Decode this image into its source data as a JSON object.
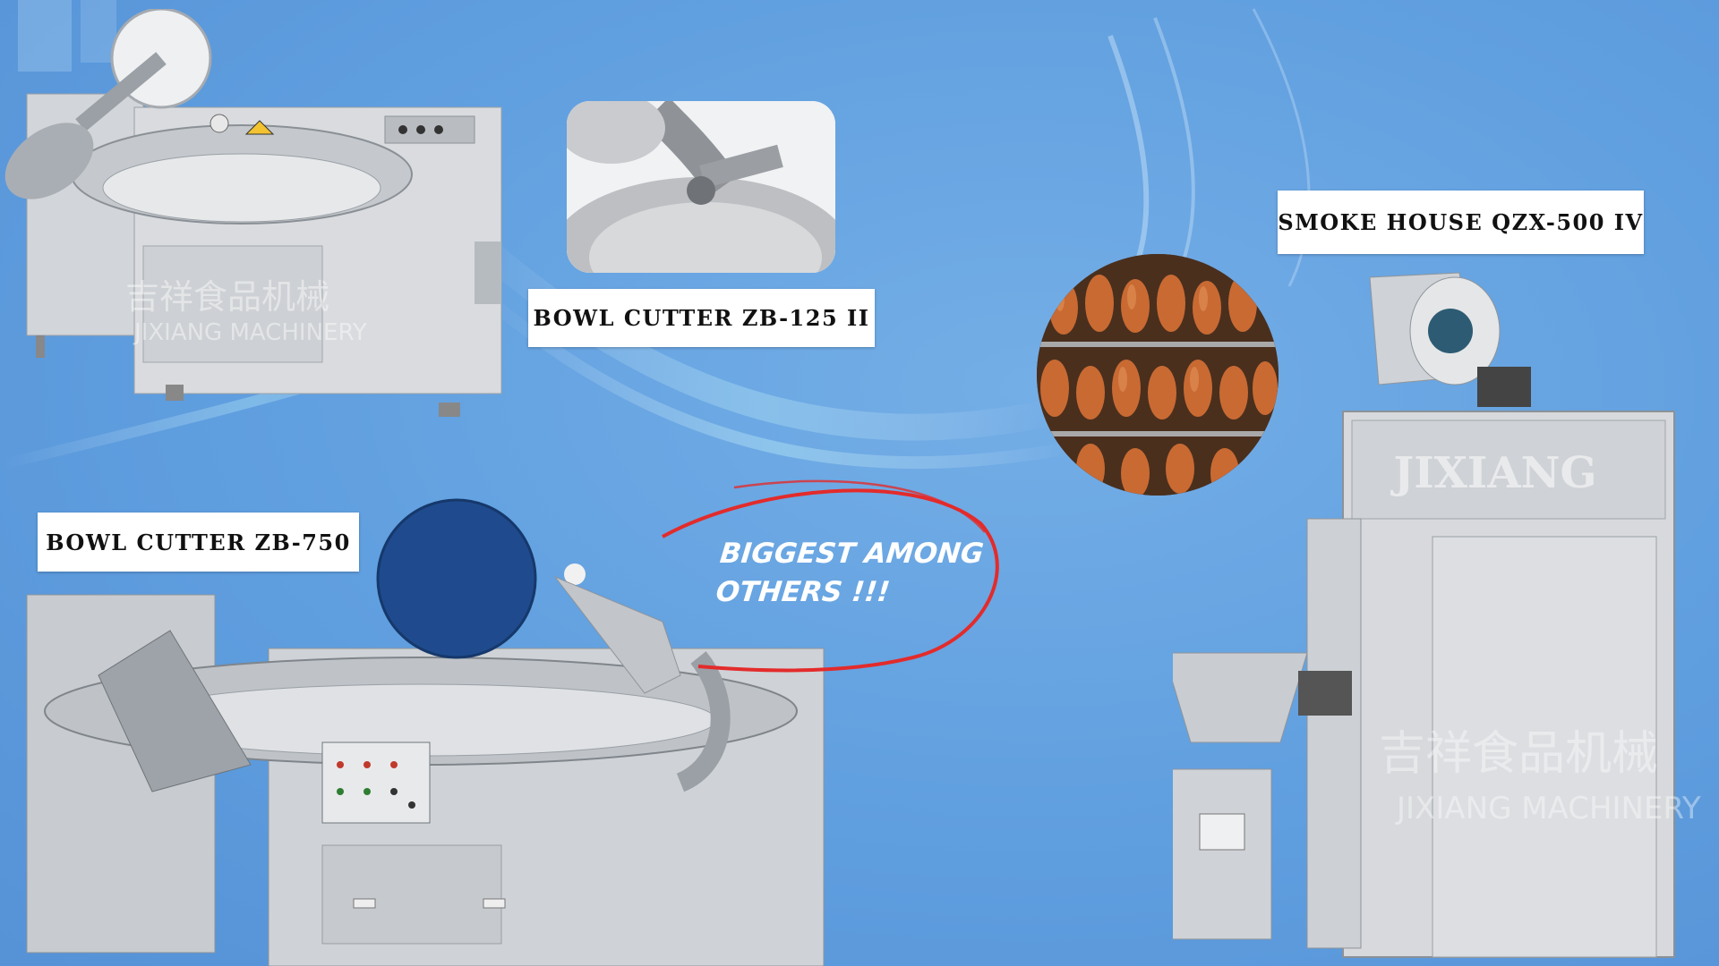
{
  "labels": {
    "zb125": "BOWL CUTTER ZB-125 II",
    "zb750": "BOWL CUTTER ZB-750",
    "smoke": "SMOKE HOUSE QZX-500 IV"
  },
  "callout": {
    "line1": "BIGGEST AMONG",
    "line2": "OTHERS !!!"
  },
  "watermark": {
    "zh": "吉祥食品机械",
    "en": "JIXIANG MACHINERY",
    "brand": "JIXIANG"
  },
  "colors": {
    "background": "#5f9edf",
    "label_bg": "#ffffff",
    "callout_ellipse": "#e32b2b",
    "lid_blue": "#1f4b8e",
    "steel": "#c9ccd0"
  }
}
